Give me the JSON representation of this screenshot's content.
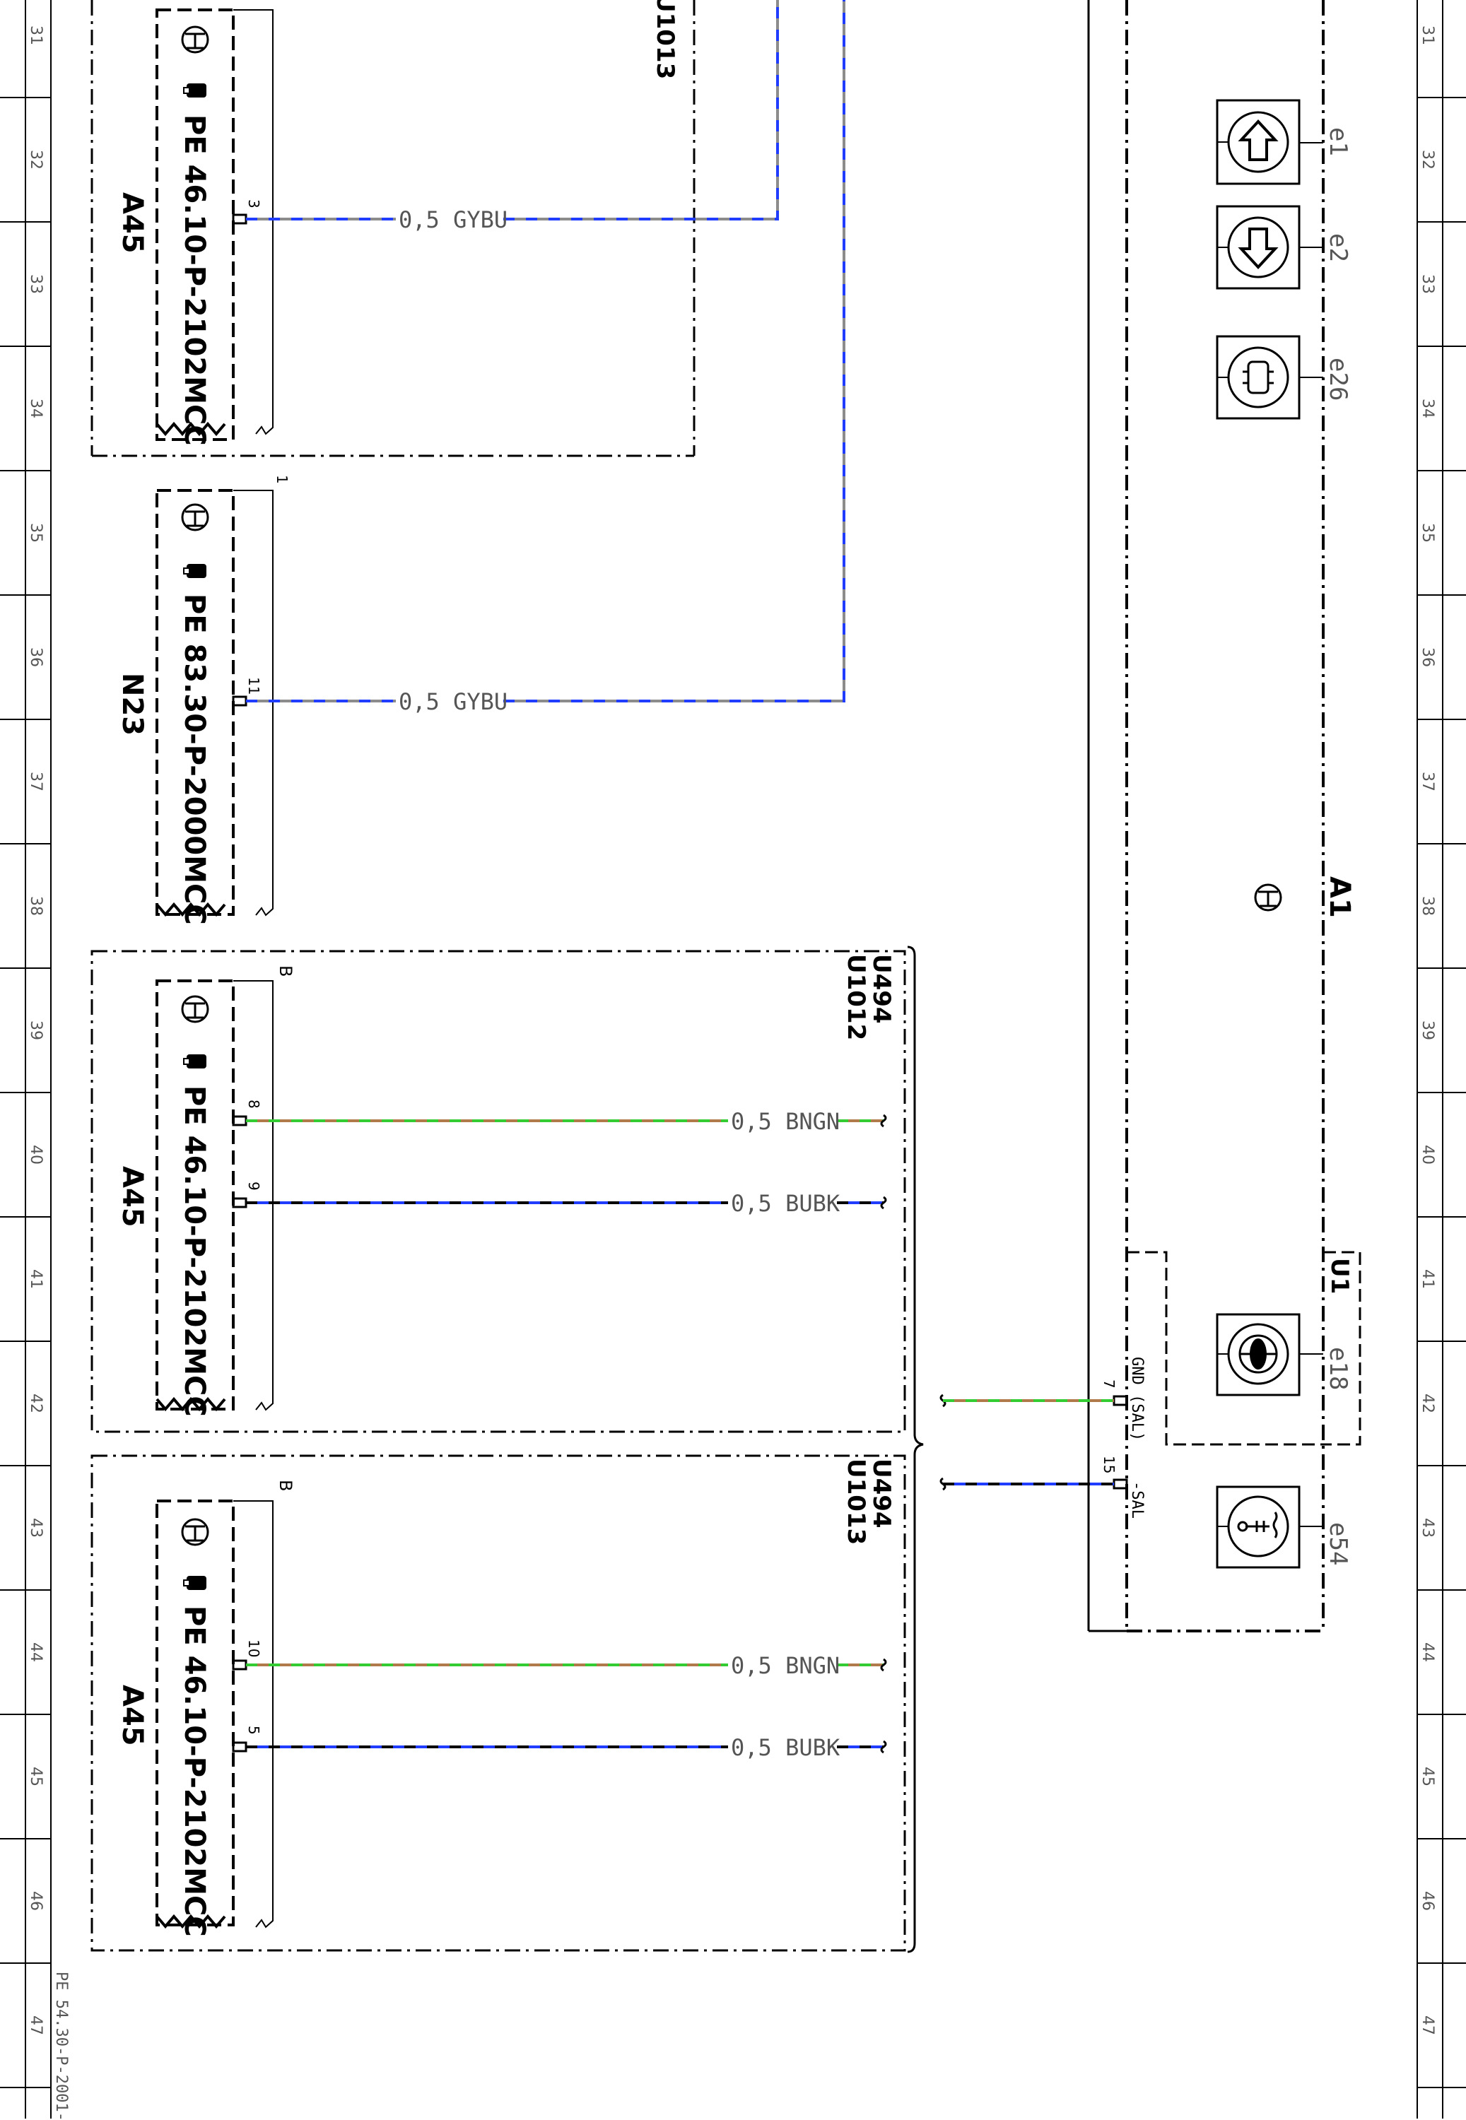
{
  "diagram": {
    "row_numbers": [
      "31",
      "32",
      "33",
      "34",
      "35",
      "36",
      "37",
      "38",
      "39",
      "40",
      "41",
      "42",
      "43",
      "44",
      "45",
      "46",
      "47"
    ],
    "footer_ref": "PE 54.30-P-2001-",
    "top_right_ref": "U1013",
    "modules": [
      {
        "designation": "A45",
        "ref": "PE 46.10-P-2102MCC"
      },
      {
        "designation": "N23",
        "ref": "PE 83.30-P-2000MCC",
        "pin_top": "1"
      },
      {
        "designation": "A45",
        "ref": "PE 46.10-P-2102MCC",
        "pin_top": "B",
        "group": [
          "U494",
          "U1012"
        ]
      },
      {
        "designation": "A45",
        "ref": "PE 46.10-P-2102MCC",
        "pin_top": "B",
        "group": [
          "U494",
          "U1013"
        ]
      }
    ],
    "wires": [
      {
        "pin": "3",
        "label": "0,5 GYBU"
      },
      {
        "pin": "11",
        "label": "0,5 GYBU"
      },
      {
        "pin": "8",
        "label": "0,5 BNGN"
      },
      {
        "pin": "9",
        "label": "0,5 BUBK"
      },
      {
        "pin": "10",
        "label": "0,5 BNGN"
      },
      {
        "pin": "5",
        "label": "0,5 BUBK"
      }
    ],
    "a1": {
      "designation": "A1",
      "lamps": [
        "e1",
        "e2",
        "e26",
        "e18",
        "e54"
      ],
      "sub_unit": "U1",
      "pin_gnd": "7",
      "pin_gnd_label": "GND (SAL)",
      "pin_sal": "15",
      "pin_sal_label": "-SAL"
    },
    "colors": {
      "GY": "#8c8c8c",
      "BU": "#1f3cff",
      "BN": "#b07a4a",
      "GN": "#33cc33",
      "BK": "#000000"
    }
  }
}
